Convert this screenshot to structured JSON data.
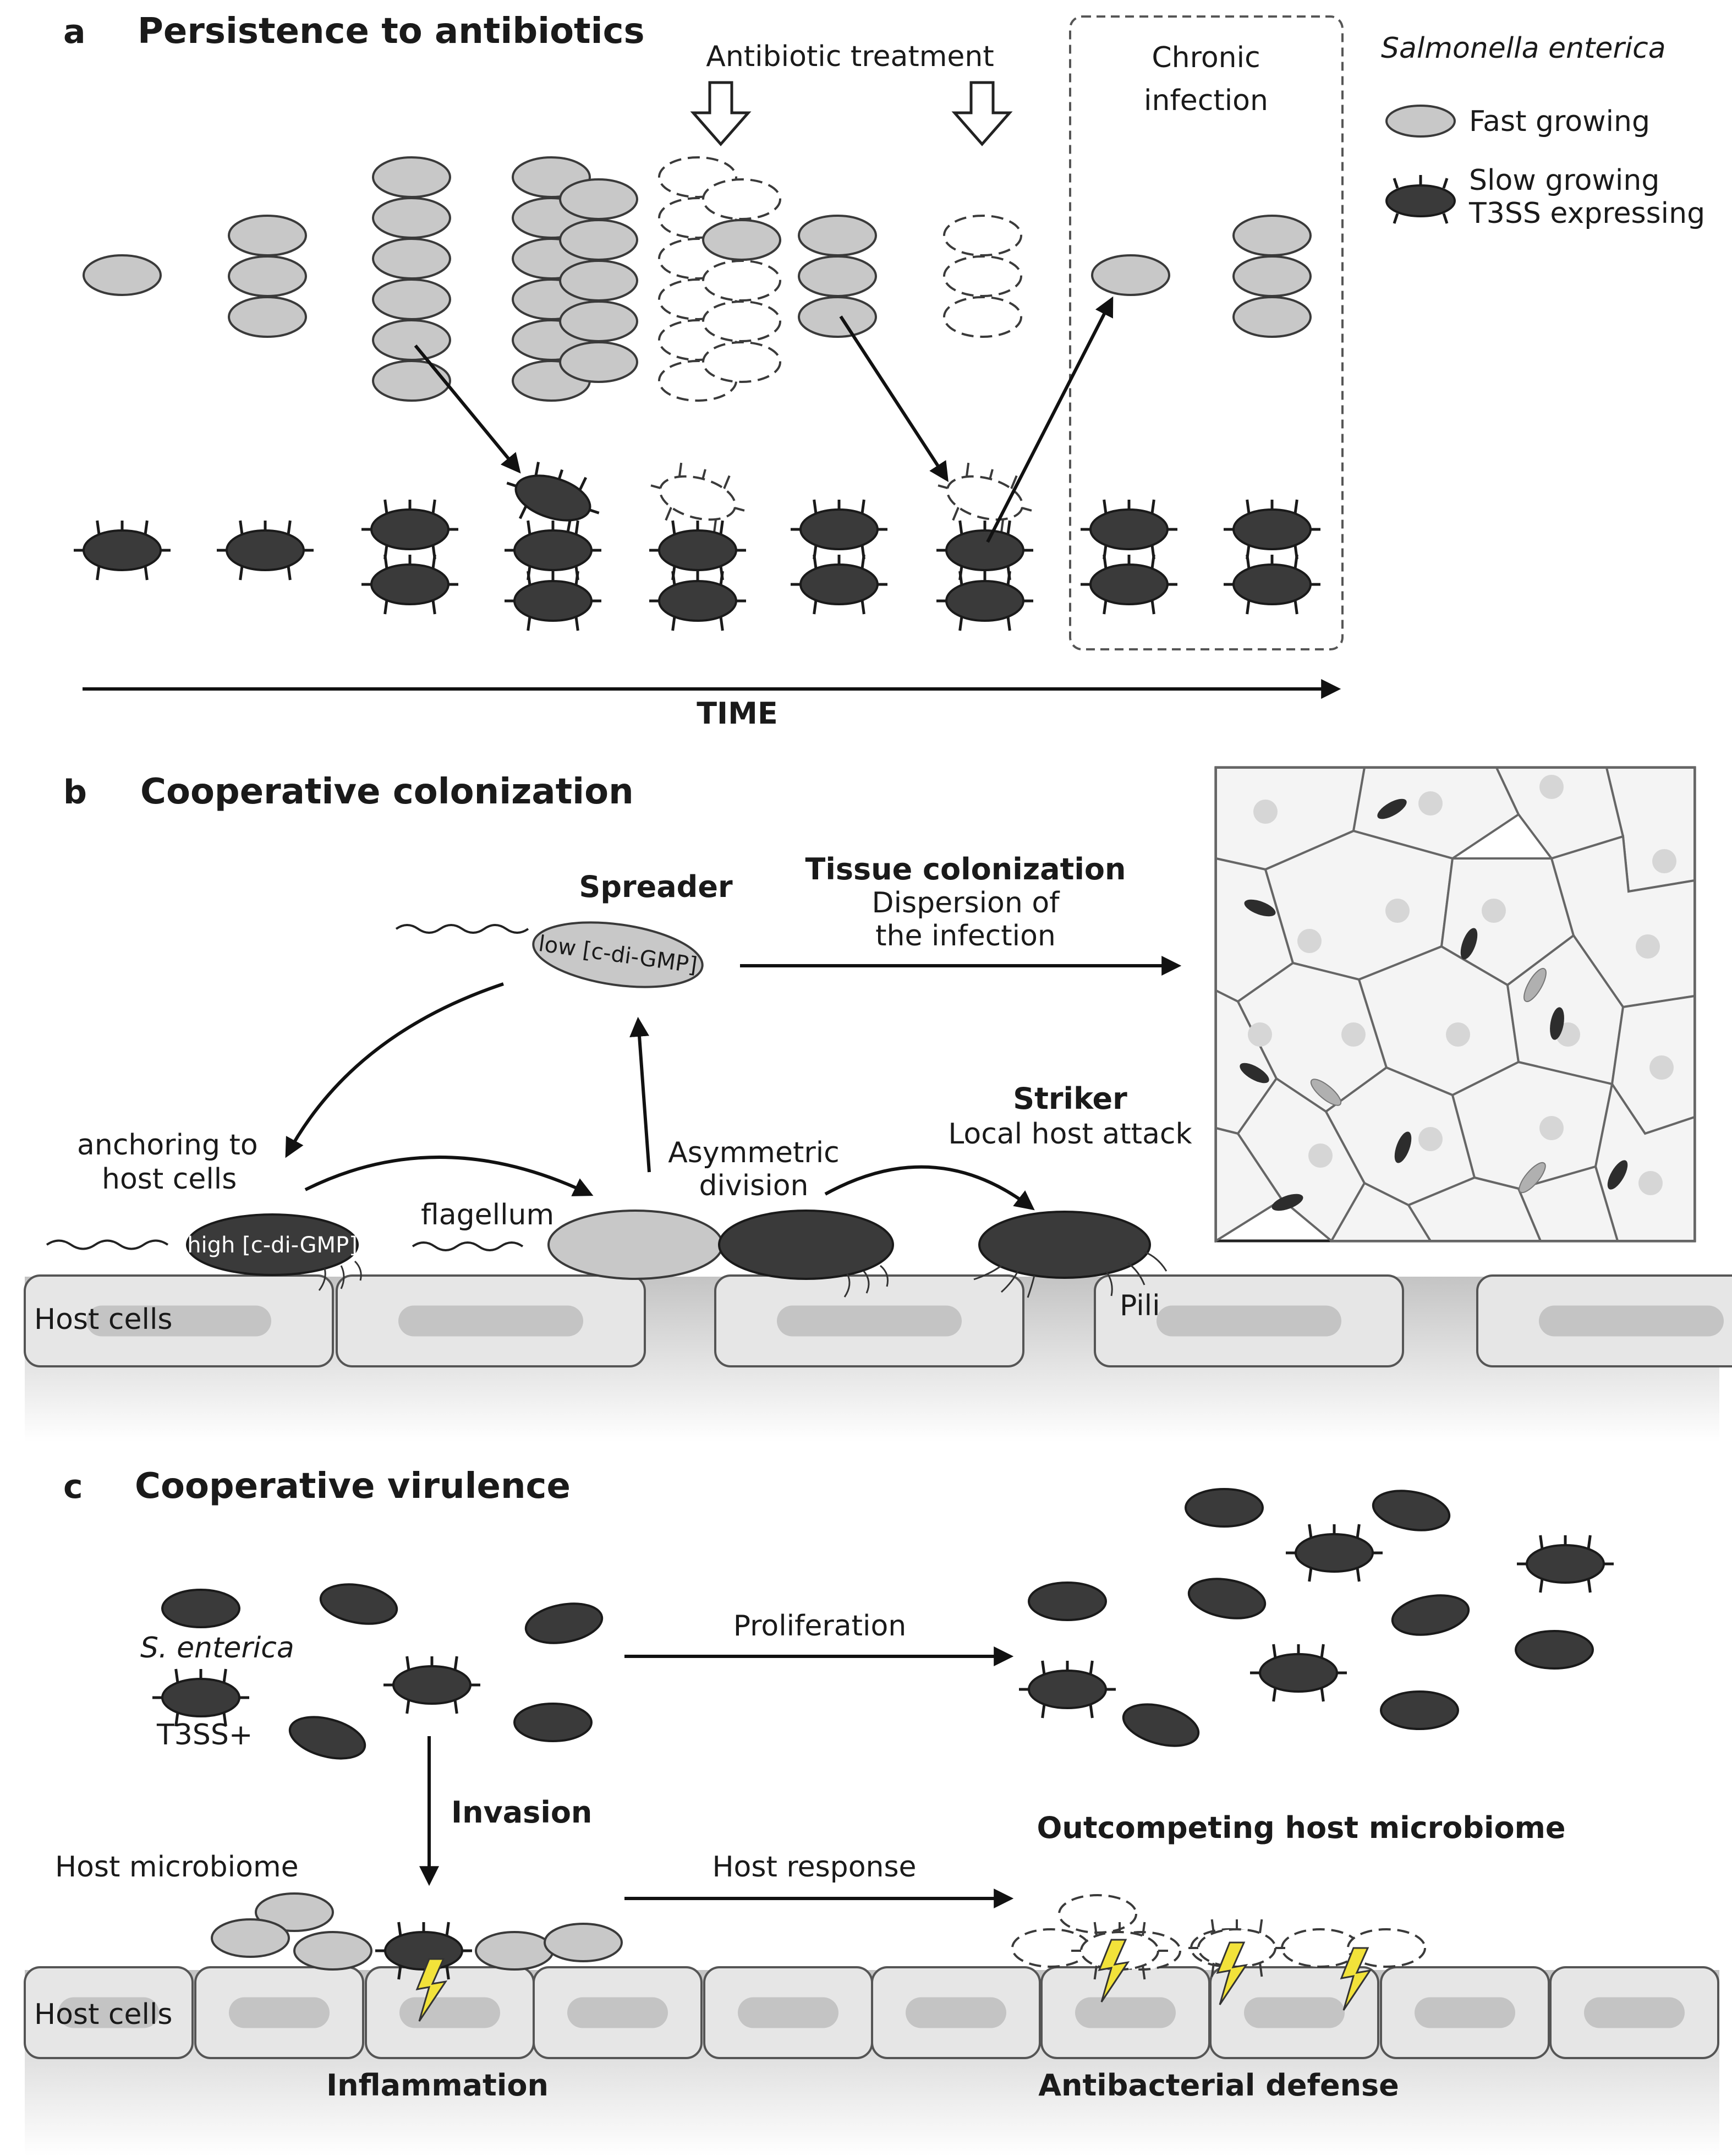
{
  "panel_a": {
    "label": "a",
    "title": "Persistence to antibiotics",
    "treatment": "Antibiotic treatment",
    "chronic_line1": "Chronic",
    "chronic_line2": "infection",
    "legend_title": "Salmonella enterica",
    "legend_fast": "Fast growing",
    "legend_slow_line1": "Slow growing",
    "legend_slow_line2": "T3SS expressing",
    "time": "TIME"
  },
  "panel_b": {
    "label": "b",
    "title": "Cooperative colonization",
    "spreader": "Spreader",
    "low_cdigmp": "low [c-di-GMP]",
    "tissue_colonization": "Tissue colonization",
    "dispersion_line1": "Dispersion of",
    "dispersion_line2": "the infection",
    "anchoring_line1": "anchoring to",
    "anchoring_line2": "host cells",
    "asym_line1": "Asymmetric",
    "asym_line2": "division",
    "striker": "Striker",
    "local_attack": "Local host attack",
    "flagellum": "flagellum",
    "high_cdigmp": "high [c-di-GMP]",
    "host_cells": "Host cells",
    "pili": "Pili"
  },
  "panel_c": {
    "label": "c",
    "title": "Cooperative virulence",
    "s_enterica": "S. enterica",
    "t3ss_plus": "T3SS+",
    "proliferation": "Proliferation",
    "invasion": "Invasion",
    "outcompeting": "Outcompeting host microbiome",
    "host_microbiome": "Host microbiome",
    "host_response": "Host response",
    "host_cells": "Host cells",
    "inflammation": "Inflammation",
    "antibacterial": "Antibacterial defense"
  },
  "colors": {
    "fast_growing": "#c8c8c8",
    "slow_growing": "#3a3a3a",
    "damage_bolt": "#f2e23a"
  },
  "icons": [
    "flagellum-icon",
    "t3ss-needle-icon",
    "lightning-bolt-icon",
    "antibiotic-arrow-icon"
  ]
}
